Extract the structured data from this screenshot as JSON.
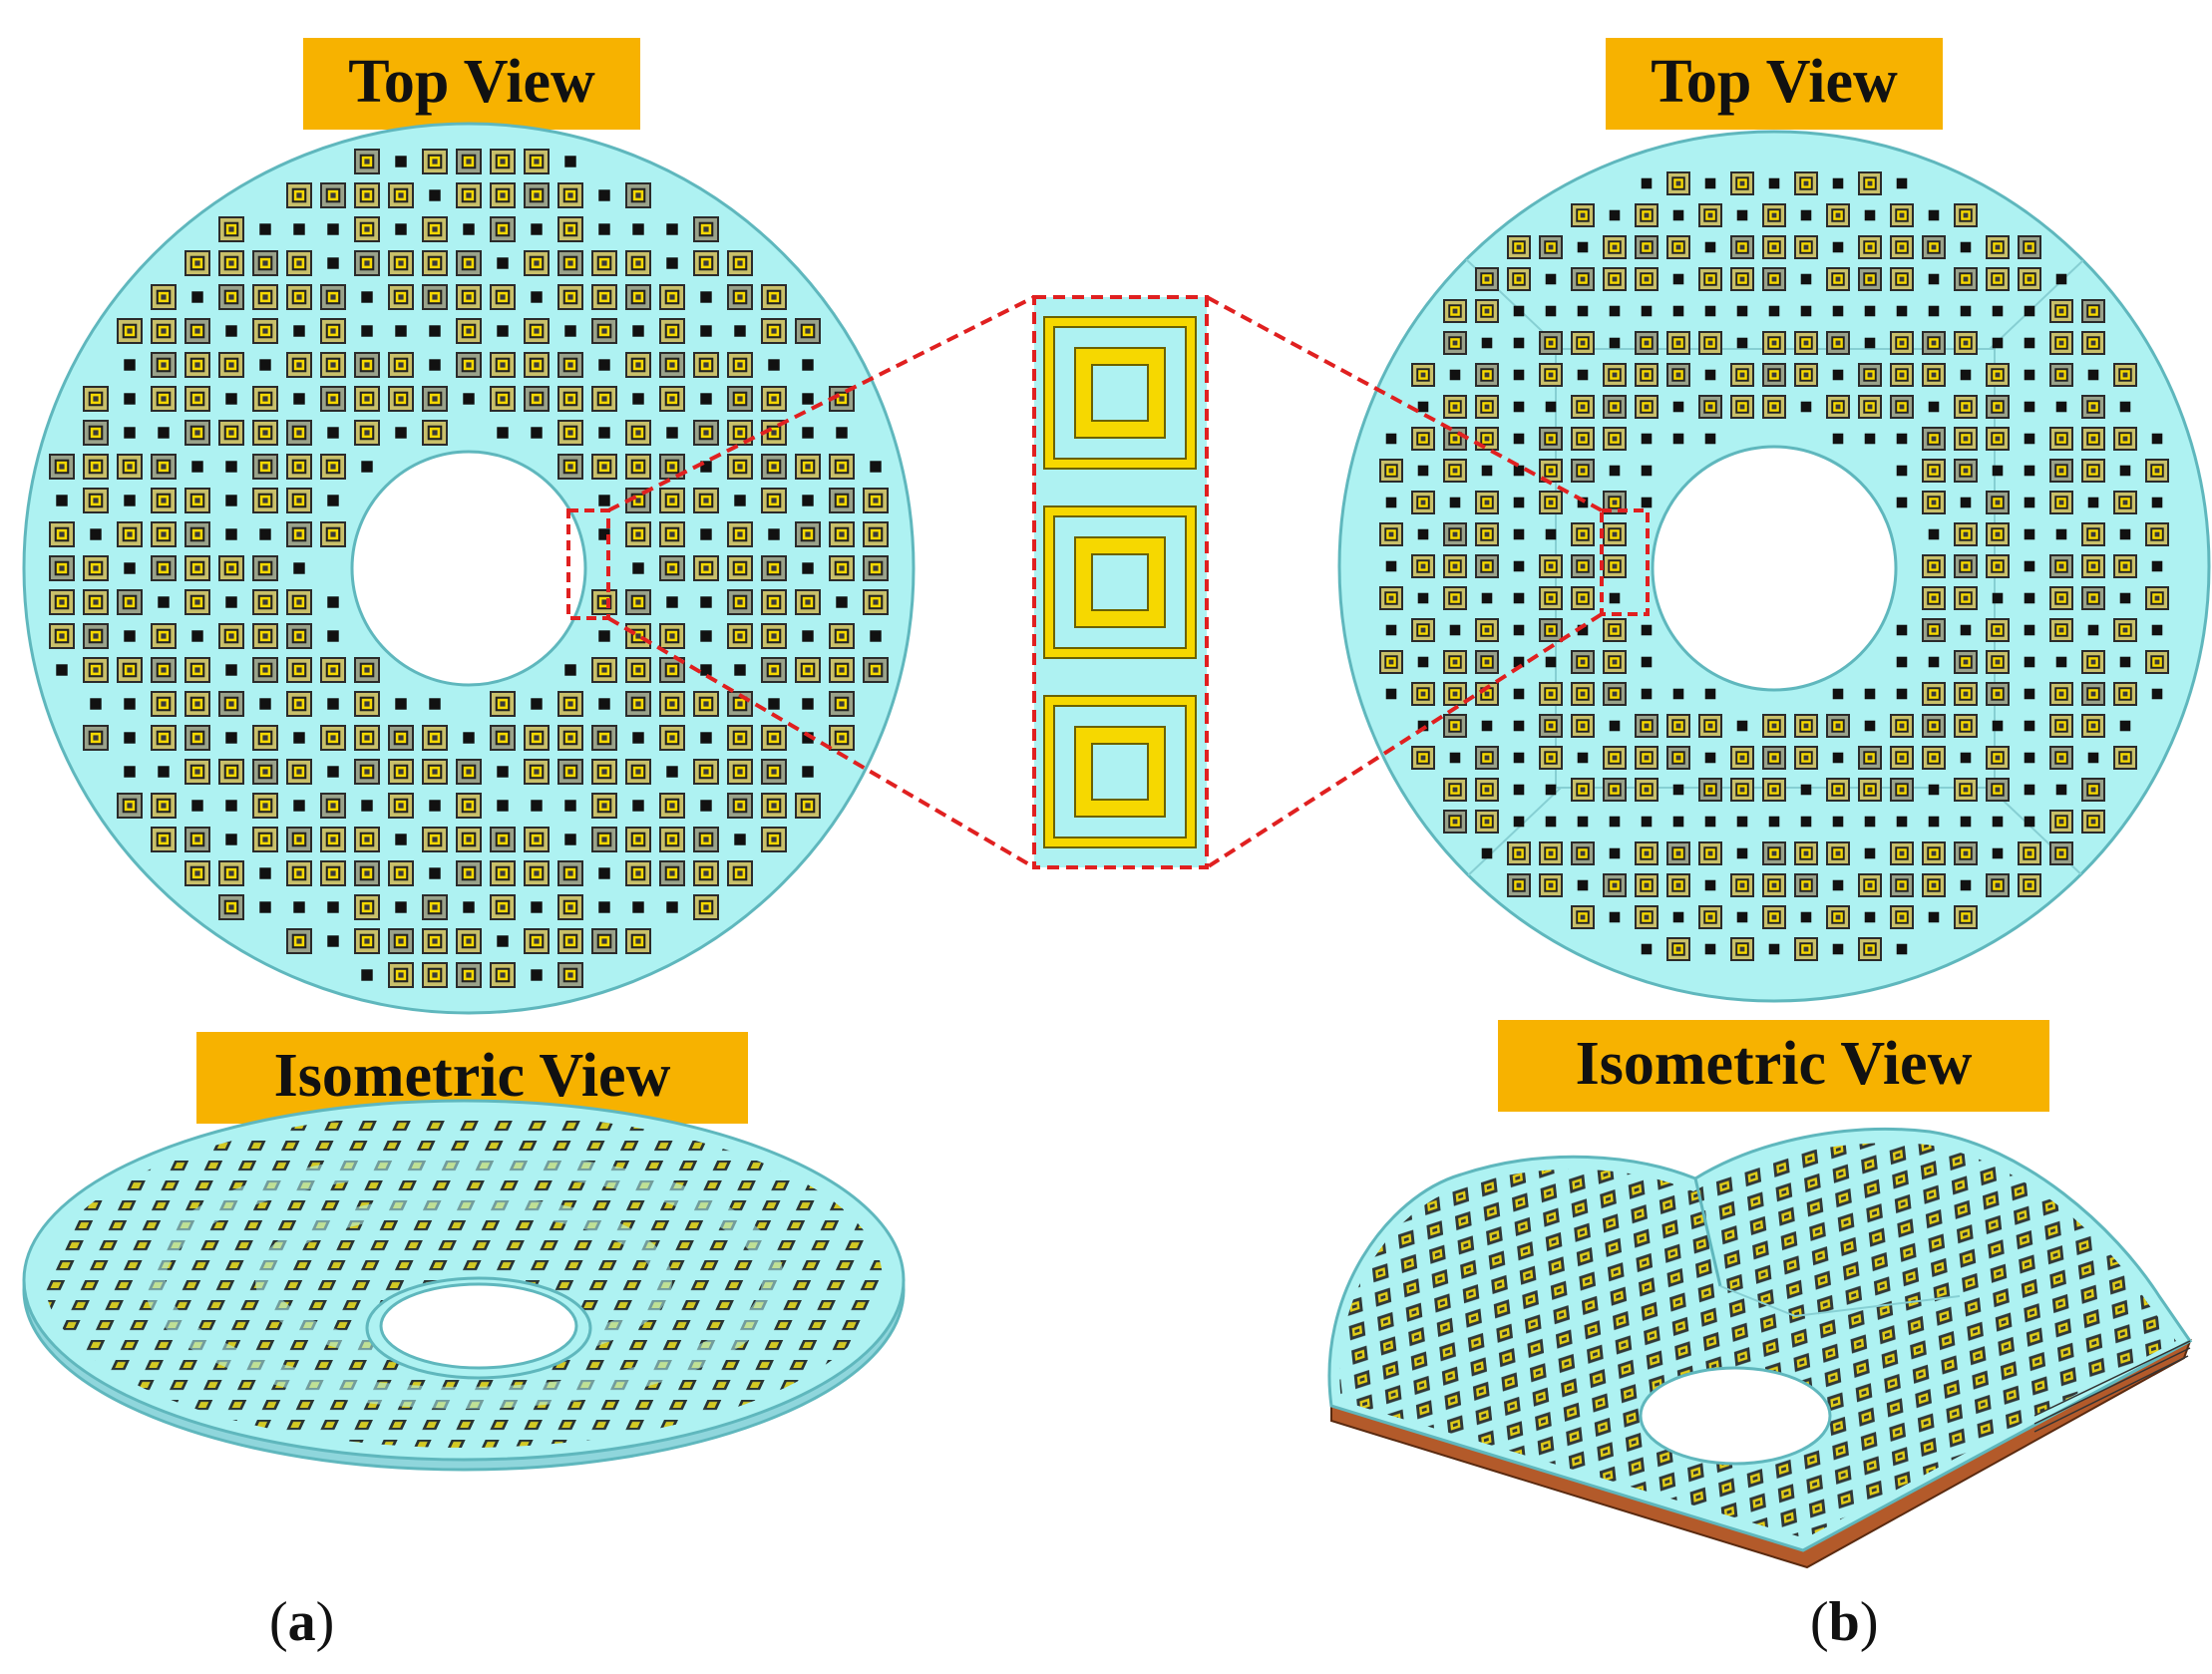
{
  "labels": {
    "a_top": "Top View",
    "a_iso": "Isometric View",
    "b_top": "Top View",
    "b_iso": "Isometric View"
  },
  "captions": {
    "a": "a",
    "b": "b"
  },
  "colors": {
    "substrate": "#aef2f2",
    "substrate_edge": "#5fb7bd",
    "ring_gold": "#f6d800",
    "ring_edge": "#6b6200",
    "label_bg": "#f7b200",
    "zoom_dash": "#e02020",
    "base_copper": "#b35a2a",
    "cell_dark": "#111111"
  },
  "icons": {
    "unit_cell": "double-square-ring-icon"
  }
}
